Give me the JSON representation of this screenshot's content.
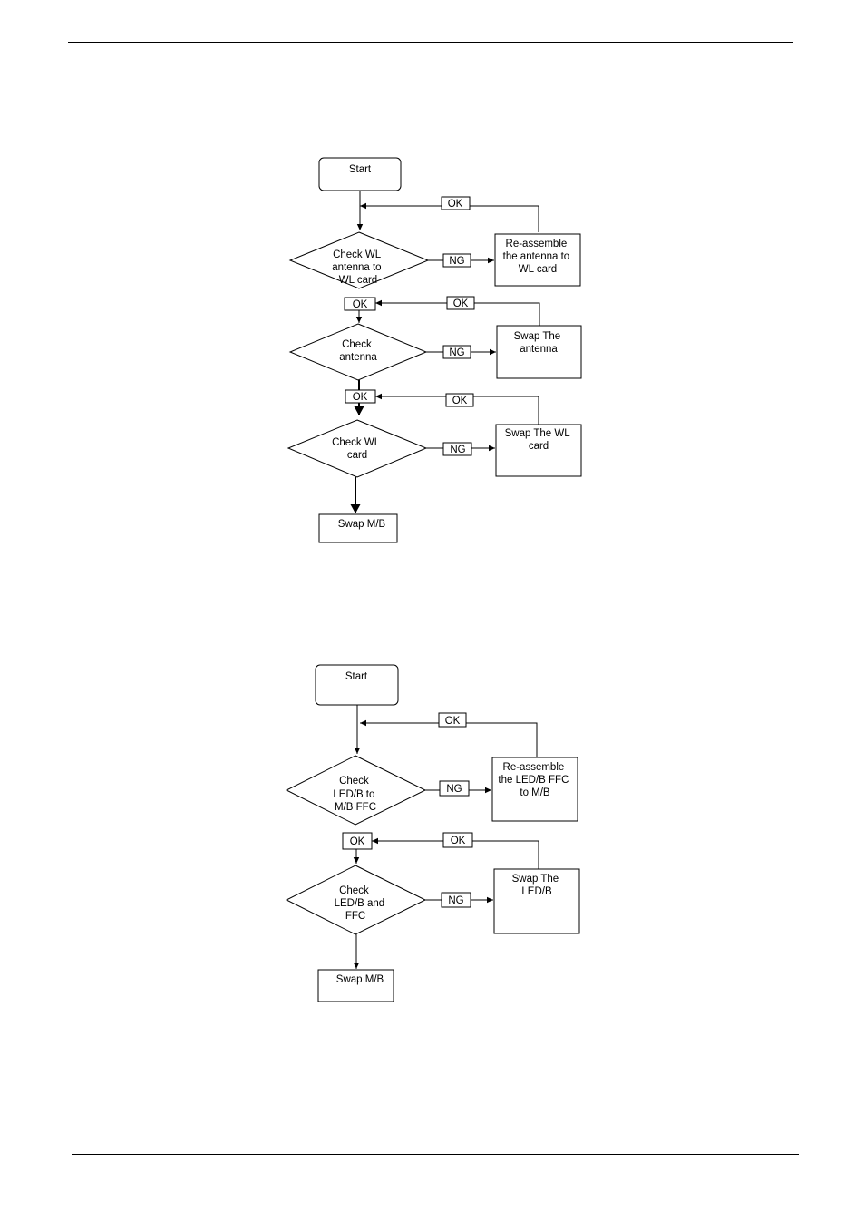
{
  "flow1": {
    "start": "Start",
    "check_1": [
      "Check WL",
      "antenna to",
      "WL card"
    ],
    "ng_1": "NG",
    "fix_1": [
      "Re-assemble",
      "the antenna to",
      "WL card"
    ],
    "ok_back_1": "OK",
    "ok_down_1": "OK",
    "check_2": [
      "Check",
      "antenna"
    ],
    "ng_2": "NG",
    "fix_2": [
      "Swap The",
      "antenna"
    ],
    "ok_back_2": "OK",
    "ok_down_2": "OK",
    "check_3": [
      "Check WL",
      "card"
    ],
    "ng_3": "NG",
    "fix_3": [
      "Swap The WL",
      "card"
    ],
    "ok_back_3": "OK",
    "end": "Swap M/B"
  },
  "flow2": {
    "start": "Start",
    "check_1": [
      "Check",
      "LED/B to",
      "M/B FFC"
    ],
    "ng_1": "NG",
    "fix_1": [
      "Re-assemble",
      "the LED/B FFC",
      "to M/B"
    ],
    "ok_back_1": "OK",
    "ok_down_1": "OK",
    "check_2": [
      "Check",
      "LED/B  and",
      "FFC"
    ],
    "ng_2": "NG",
    "fix_2": [
      "Swap The",
      "LED/B"
    ],
    "ok_back_2": "OK",
    "end": "Swap M/B"
  }
}
